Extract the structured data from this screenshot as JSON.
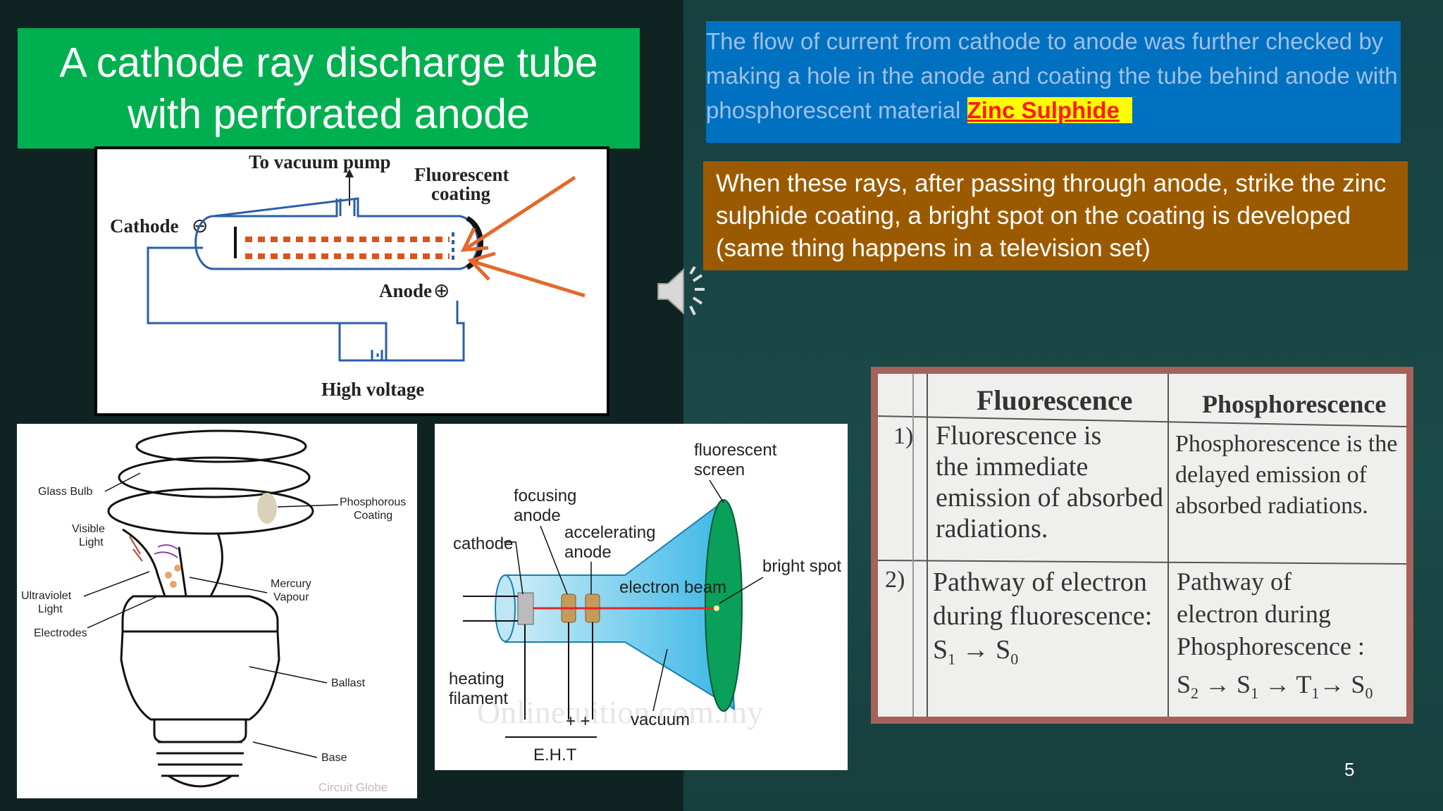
{
  "title": {
    "line1": "A cathode ray discharge tube",
    "line2": "with perforated anode"
  },
  "tube_diagram": {
    "vacuum_label": "To vacuum pump",
    "fluorescent_label1": "Fluorescent",
    "fluorescent_label2": "coating",
    "cathode_label": "Cathode",
    "cathode_sign": "⊖",
    "anode_label": "Anode",
    "anode_sign": "⊕",
    "voltage_label": "High voltage"
  },
  "blue_box": {
    "text": "The flow of current from cathode to anode was further checked by making a hole in the anode and coating the tube behind anode with phosphorescent material ",
    "highlight": "Zinc Sulphide"
  },
  "brown_box": {
    "text": "When these rays, after passing through anode, strike the zinc sulphide coating, a bright spot on the coating is developed (same thing happens in a television set)"
  },
  "bulb_diagram": {
    "glass_bulb": "Glass Bulb",
    "phosphorous1": "Phosphorous",
    "phosphorous2": "Coating",
    "visible1": "Visible",
    "visible2": "Light",
    "uv1": "Ultraviolet",
    "uv2": "Light",
    "mercury1": "Mercury",
    "mercury2": "Vapour",
    "electrodes": "Electrodes",
    "ballast": "Ballast",
    "base": "Base",
    "credit": "Circuit Globe"
  },
  "crt_diagram": {
    "screen1": "fluorescent",
    "screen2": "screen",
    "focusing1": "focusing",
    "focusing2": "anode",
    "accel1": "accelerating",
    "accel2": "anode",
    "cathode": "cathode",
    "bright_spot": "bright spot",
    "beam": "electron beam",
    "heating1": "heating",
    "heating2": "filament",
    "plus": "+ +",
    "vacuum": "vacuum",
    "eht": "E.H.T",
    "watermark": "Onlinetuition.com.my"
  },
  "table": {
    "col1": "Fluorescence",
    "col2": "Phosphorescence",
    "row1_num": "1)",
    "row1_c1": [
      "Fluorescence is",
      "the immediate",
      "emission of absorbed",
      "radiations."
    ],
    "row1_c2": [
      "Phosphorescence is the",
      "delayed emission of",
      "absorbed radiations."
    ],
    "row2_num": "2)",
    "row2_c1": [
      "Pathway of electron",
      "during fluorescence:"
    ],
    "row2_c2": [
      "Pathway of",
      "electron during",
      "Phosphorescence :"
    ]
  },
  "icons": {
    "speaker": "speaker-icon"
  },
  "slide_number": "5",
  "colors": {
    "title_bg": "#00b050",
    "blue_box": "#0070c0",
    "brown_box": "#9c5a00",
    "highlight": "#ffff00"
  }
}
